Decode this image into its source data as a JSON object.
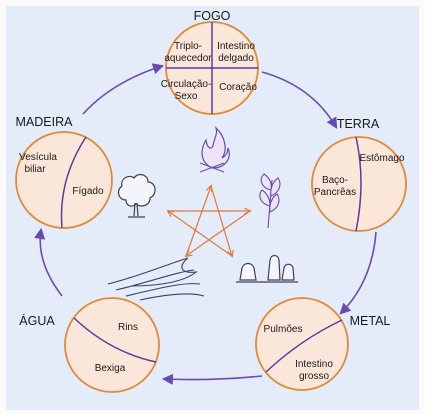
{
  "colors": {
    "paper": "#fbfbfa",
    "wash": "#e3ecf8",
    "circle_fill": "#fbe7da",
    "circle_stroke": "#e08a3c",
    "divider": "#5a3aa0",
    "arrow": "#6a4bb3",
    "star": "#e07a38"
  },
  "elements": {
    "fogo": {
      "name": "FOGO",
      "organs": [
        "Triplo-",
        "aquecedor",
        "Intestino",
        "delgado",
        "Circulação-",
        "Sexo",
        "Coração"
      ]
    },
    "terra": {
      "name": "TERRA",
      "organs": [
        "Estômago",
        "Baço-",
        "Pancrêas"
      ]
    },
    "metal": {
      "name": "METAL",
      "organs": [
        "Pulmões",
        "Intestino",
        "grosso"
      ]
    },
    "agua": {
      "name": "ÁGUA",
      "organs": [
        "Rins",
        "Bexiga"
      ]
    },
    "madeira": {
      "name": "MADEIRA",
      "organs": [
        "Vesícula",
        "biliar",
        "Fígado"
      ]
    }
  },
  "symbols": [
    "fire-icon",
    "leaves-icon",
    "stones-icon",
    "waves-icon",
    "tree-icon"
  ]
}
